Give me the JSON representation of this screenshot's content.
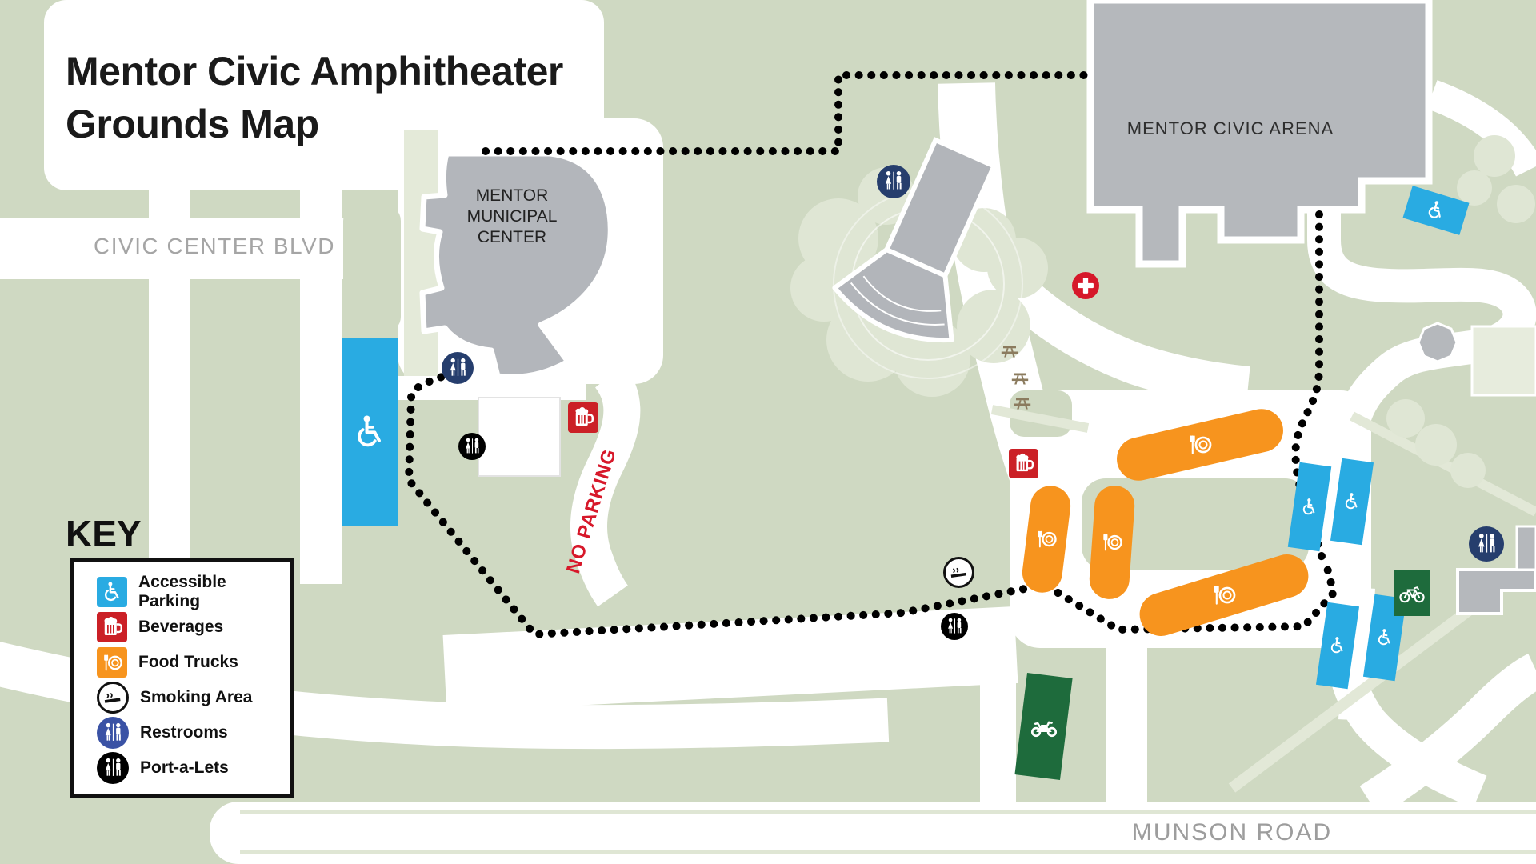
{
  "title": {
    "line1": "Mentor Civic Amphitheater",
    "line2": "Grounds Map"
  },
  "roads": {
    "civic_center_blvd": "CIVIC CENTER BLVD",
    "munson_road": "MUNSON ROAD"
  },
  "buildings": {
    "municipal_center": {
      "lines": [
        "MENTOR",
        "MUNICIPAL",
        "CENTER"
      ]
    },
    "civic_arena": {
      "label": "MENTOR CIVIC ARENA"
    }
  },
  "annotations": {
    "no_parking": "NO PARKING"
  },
  "key": {
    "title": "KEY",
    "items": [
      {
        "label": "Accessible Parking",
        "icon": "accessible-parking-icon",
        "color": "#29ABE2",
        "shape": "square"
      },
      {
        "label": "Beverages",
        "icon": "beverages-icon",
        "color": "#CB2026",
        "shape": "square"
      },
      {
        "label": "Food Trucks",
        "icon": "food-trucks-icon",
        "color": "#F7941E",
        "shape": "square"
      },
      {
        "label": "Smoking Area",
        "icon": "smoking-area-icon",
        "color": "#FFFFFF",
        "shape": "circle"
      },
      {
        "label": "Restrooms",
        "icon": "restrooms-icon",
        "color": "#3A52A5",
        "shape": "circle"
      },
      {
        "label": "Port-a-Lets",
        "icon": "port-a-lets-icon",
        "color": "#000000",
        "shape": "circle"
      }
    ]
  },
  "colors": {
    "background_green": "#CFD9C2",
    "road_white": "#FFFFFF",
    "building_gray": "#B3B6BB",
    "accessible_parking_blue": "#29ABE2",
    "beverages_red": "#CB2026",
    "food_trucks_orange": "#F7941E",
    "restrooms_map_navy": "#263E6D",
    "restrooms_key_blue": "#3A52A5",
    "port_a_lets_black": "#000000",
    "first_aid_red": "#D6182A",
    "bike_moto_parking_green": "#1E6B3C",
    "picnic_table_brown": "#8B7B5E",
    "no_parking_text_red": "#D7182A",
    "road_label_gray": "#A5A5A5",
    "dotted_path_black": "#000000"
  }
}
